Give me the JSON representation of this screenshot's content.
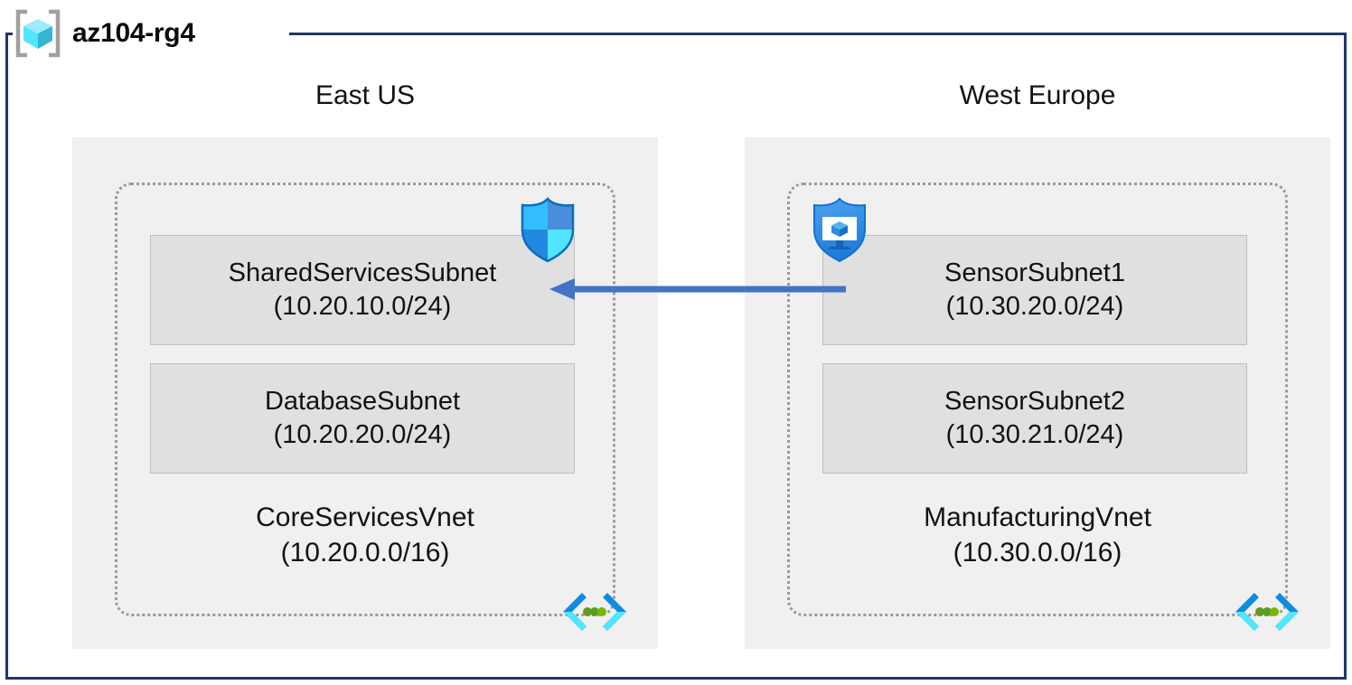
{
  "resource_group": {
    "name": "az104-rg4",
    "icon": "resource-group-cube-icon",
    "border_color": "#1F3864"
  },
  "regions": [
    {
      "id": "east-us",
      "label": "East US",
      "vnet": {
        "name": "CoreServicesVnet",
        "cidr": "(10.20.0.0/16)",
        "icon": "virtual-network-icon",
        "subnets": [
          {
            "name": "SharedServicesSubnet",
            "cidr": "(10.20.10.0/24)",
            "attached_icon": "network-security-group-shield-icon"
          },
          {
            "name": "DatabaseSubnet",
            "cidr": "(10.20.20.0/24)",
            "attached_icon": null
          }
        ]
      }
    },
    {
      "id": "west-europe",
      "label": "West Europe",
      "vnet": {
        "name": "ManufacturingVnet",
        "cidr": "(10.30.0.0/16)",
        "icon": "virtual-network-icon",
        "subnets": [
          {
            "name": "SensorSubnet1",
            "cidr": "(10.30.20.0/24)",
            "attached_icon": "defender-monitor-shield-icon"
          },
          {
            "name": "SensorSubnet2",
            "cidr": "(10.30.21.0/24)",
            "attached_icon": null
          }
        ]
      }
    }
  ],
  "connection": {
    "name": "vnet-peering-arrow",
    "direction": "right-to-left",
    "from": "SensorSubnet1",
    "to": "SharedServicesSubnet",
    "color": "#4472C4"
  },
  "colors": {
    "frame_border": "#1F3864",
    "region_fill": "#F0F0F0",
    "vnet_border": "#9A9A9A",
    "subnet_fill": "#E0E0E0",
    "subnet_border": "#BFBFBF",
    "arrow": "#4472C4",
    "icon_cyan": "#50E6FF",
    "icon_blue": "#0078D4",
    "icon_green": "#5E9B23"
  }
}
